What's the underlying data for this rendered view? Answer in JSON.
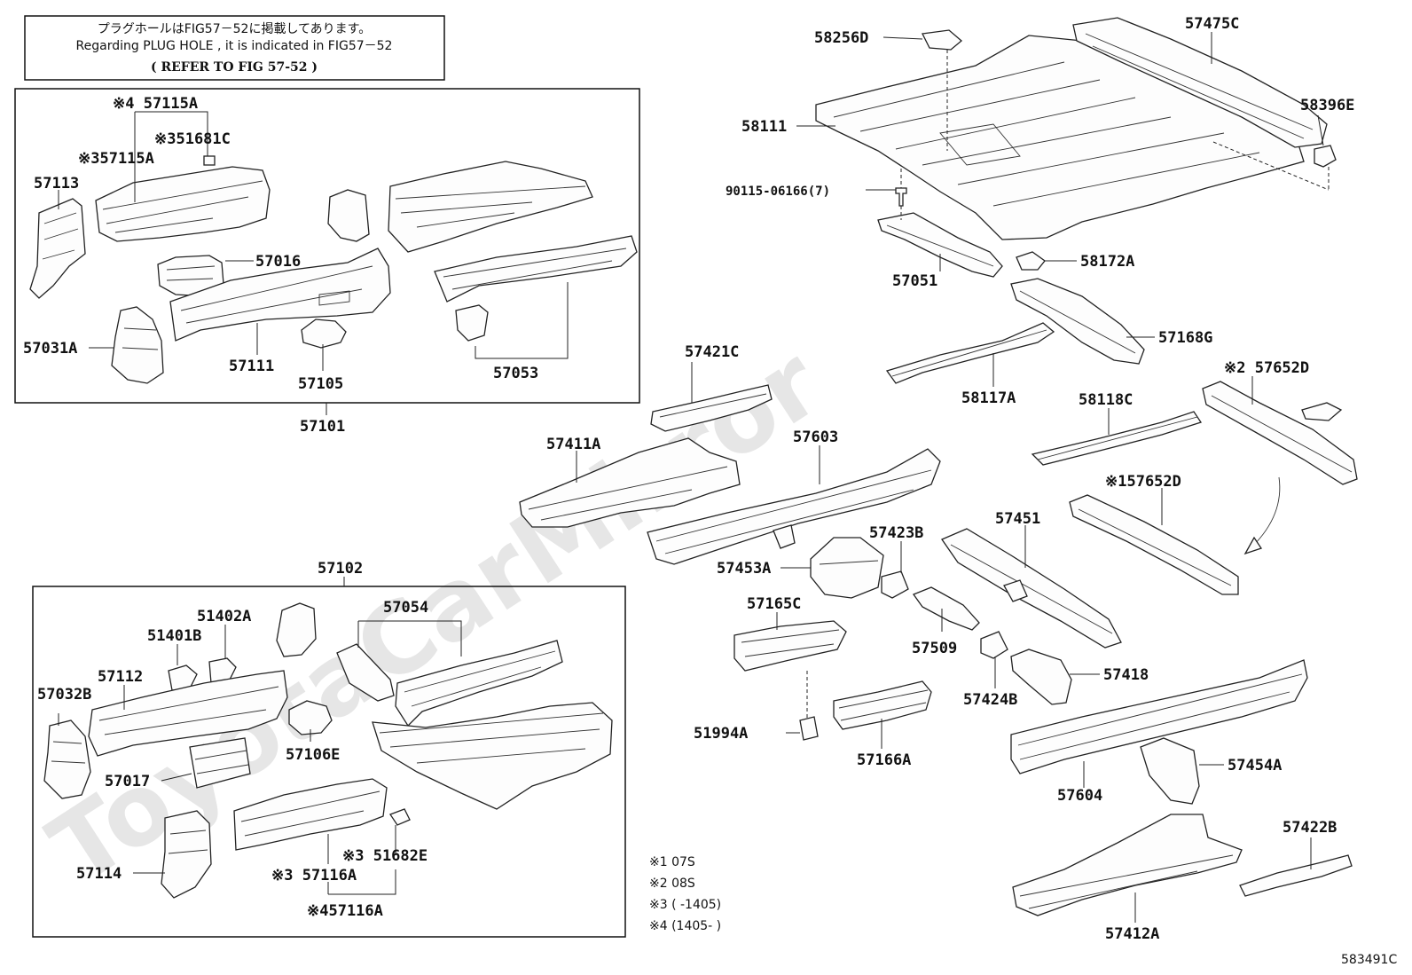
{
  "note": {
    "line_jp": "プラグホールはFIG57－52に掲載してあります。",
    "line_en": "Regarding PLUG HOLE , it is indicated in FIG57－52",
    "refer": "(    REFER TO FIG 57-52   )"
  },
  "watermark": "ToyotaCarMirror",
  "labels": {
    "l57115A_top": "※4 57115A",
    "l51681C": "※351681C",
    "l57115A": "※357115A",
    "l57113": "57113",
    "l57016": "57016",
    "l57031A": "57031A",
    "l57111": "57111",
    "l57105": "57105",
    "l57053": "57053",
    "l57101": "57101",
    "l57102": "57102",
    "l51402A": "51402A",
    "l57054": "57054",
    "l51401B": "51401B",
    "l57112": "57112",
    "l57032B": "57032B",
    "l57106E": "57106E",
    "l57017": "57017",
    "l57114": "57114",
    "l51682E": "※3 51682E",
    "l57116A_3": "※3 57116A",
    "l57116A_4": "※457116A",
    "l58256D": "58256D",
    "l57475C": "57475C",
    "l58111": "58111",
    "l58396E": "58396E",
    "l90115": "90115-06166(7)",
    "l58172A": "58172A",
    "l57051": "57051",
    "l57168G": "57168G",
    "l57421C": "57421C",
    "l58117A": "58117A",
    "l57652D_2": "※2 57652D",
    "l58118C": "58118C",
    "l57411A": "57411A",
    "l57603": "57603",
    "l57652D_1": "※157652D",
    "l57423B": "57423B",
    "l57451": "57451",
    "l57453A": "57453A",
    "l57165C": "57165C",
    "l57509": "57509",
    "l57418": "57418",
    "l57424B": "57424B",
    "l51994A": "51994A",
    "l57166A": "57166A",
    "l57454A": "57454A",
    "l57604": "57604",
    "l57422B": "57422B",
    "l57412A": "57412A"
  },
  "legend": {
    "n1": "※1 07S",
    "n2": "※2 08S",
    "n3": "※3 (      -1405)",
    "n4": "※4 (1405-      )"
  },
  "figure_id": "583491C"
}
